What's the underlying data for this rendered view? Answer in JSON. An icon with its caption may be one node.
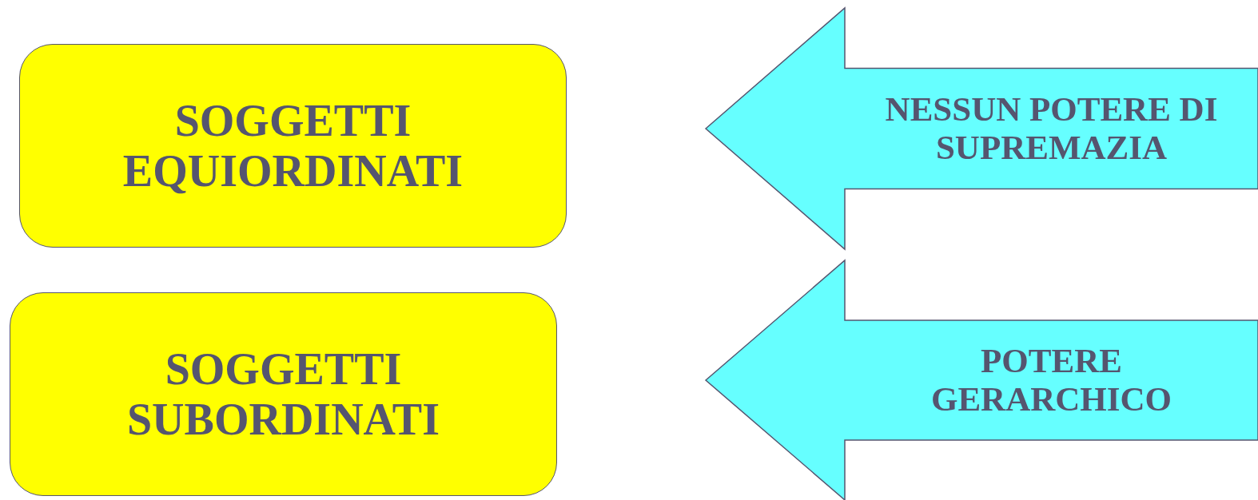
{
  "diagram": {
    "nodes": [
      {
        "text": [
          "SOGGETTI EQUIORDINATI"
        ]
      },
      {
        "text": [
          "NESSUN POTERE DI SUPREMAZIA"
        ]
      },
      {
        "text": [
          "SOGGETTI SUBORDINATI"
        ]
      },
      {
        "text": [
          "POTERE GERARCHICO"
        ]
      }
    ]
  }
}
